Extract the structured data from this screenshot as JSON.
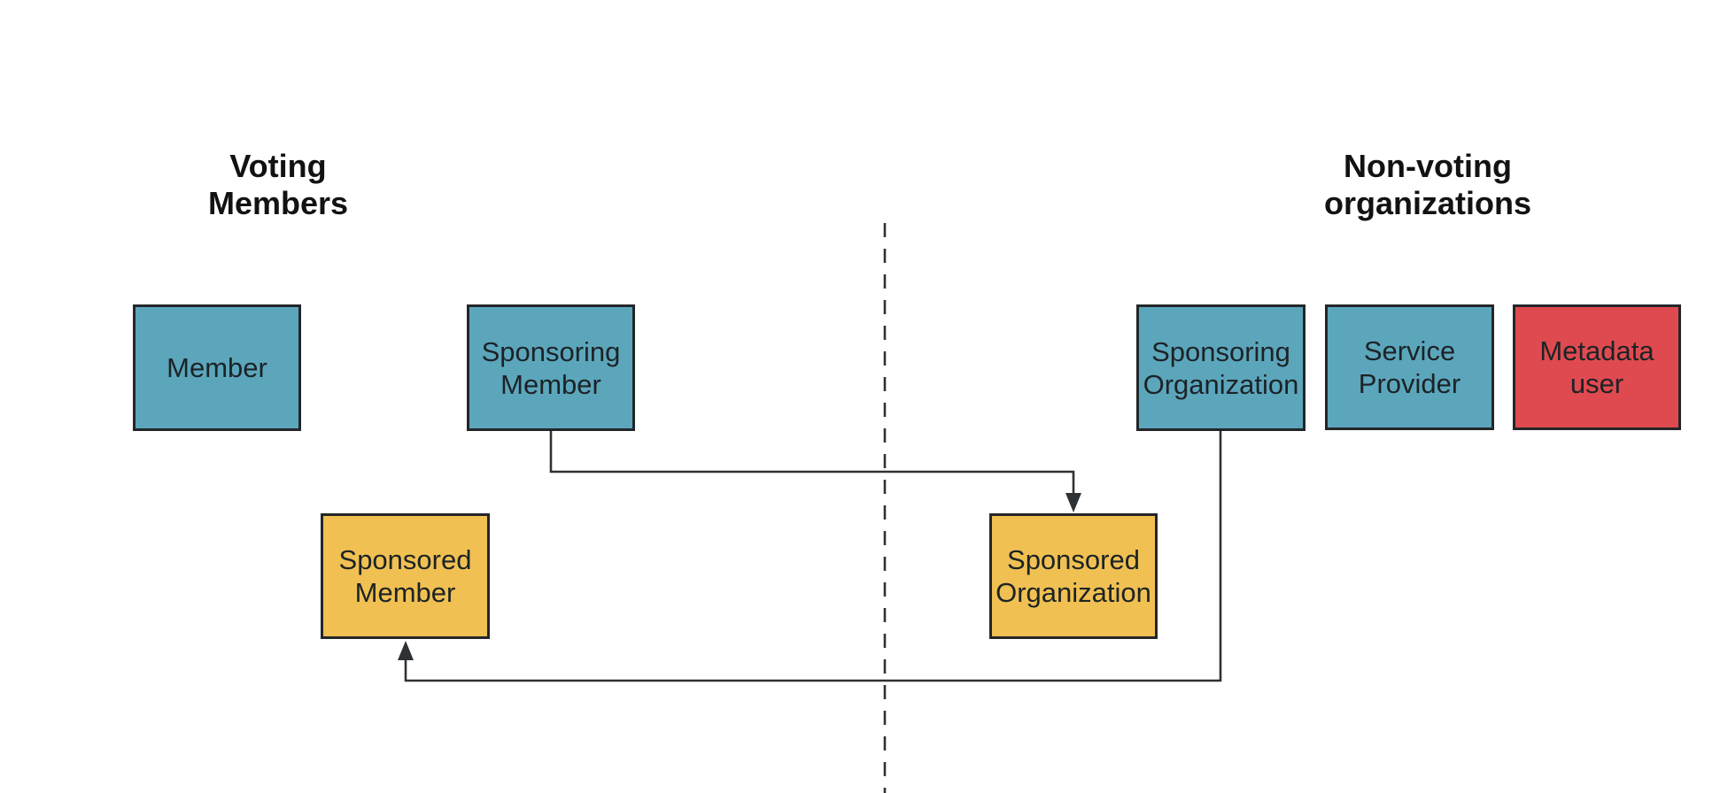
{
  "diagram": {
    "titles": {
      "voting": {
        "text": "Voting Members",
        "lines": [
          "Voting",
          "Members"
        ]
      },
      "non_voting": {
        "text": "Non-voting organizations",
        "lines": [
          "Non-voting",
          "organizations"
        ]
      }
    },
    "nodes": {
      "member": {
        "label": "Member",
        "lines": [
          "Member"
        ],
        "group": "voting",
        "fill": "#5CA6BC"
      },
      "sponsoring_member": {
        "label": "Sponsoring Member",
        "lines": [
          "Sponsoring",
          "Member"
        ],
        "group": "voting",
        "fill": "#5CA6BC"
      },
      "sponsored_member": {
        "label": "Sponsored Member",
        "lines": [
          "Sponsored",
          "Member"
        ],
        "group": "voting",
        "fill": "#F0C052"
      },
      "sponsoring_organization": {
        "label": "Sponsoring Organization",
        "lines": [
          "Sponsoring",
          "Organization"
        ],
        "group": "non_voting",
        "fill": "#5CA6BC"
      },
      "service_provider": {
        "label": "Service Provider",
        "lines": [
          "Service",
          "Provider"
        ],
        "group": "non_voting",
        "fill": "#5CA6BC"
      },
      "metadata_user": {
        "label": "Metadata user",
        "lines": [
          "Metadata",
          "user"
        ],
        "group": "non_voting",
        "fill": "#DF4A50"
      },
      "sponsored_organization": {
        "label": "Sponsored Organization",
        "lines": [
          "Sponsored",
          "Organization"
        ],
        "group": "non_voting",
        "fill": "#F0C052"
      }
    },
    "connectors": [
      {
        "from": "sponsoring_member",
        "to": "sponsored_organization",
        "style": "elbow",
        "arrowhead": "solid-triangle"
      },
      {
        "from": "sponsoring_organization",
        "to": "sponsored_member",
        "style": "elbow",
        "arrowhead": "solid-triangle"
      }
    ],
    "divider": {
      "type": "vertical-dashed-line",
      "separates": [
        "voting",
        "non_voting"
      ]
    },
    "colors": {
      "member_fill": "#5CA6BC",
      "sponsored_fill": "#F0C052",
      "metadata_user_fill": "#DF4A50",
      "node_border": "#232629",
      "line": "#2E3234",
      "text": "#1C2326",
      "background": "#FFFFFF"
    }
  }
}
